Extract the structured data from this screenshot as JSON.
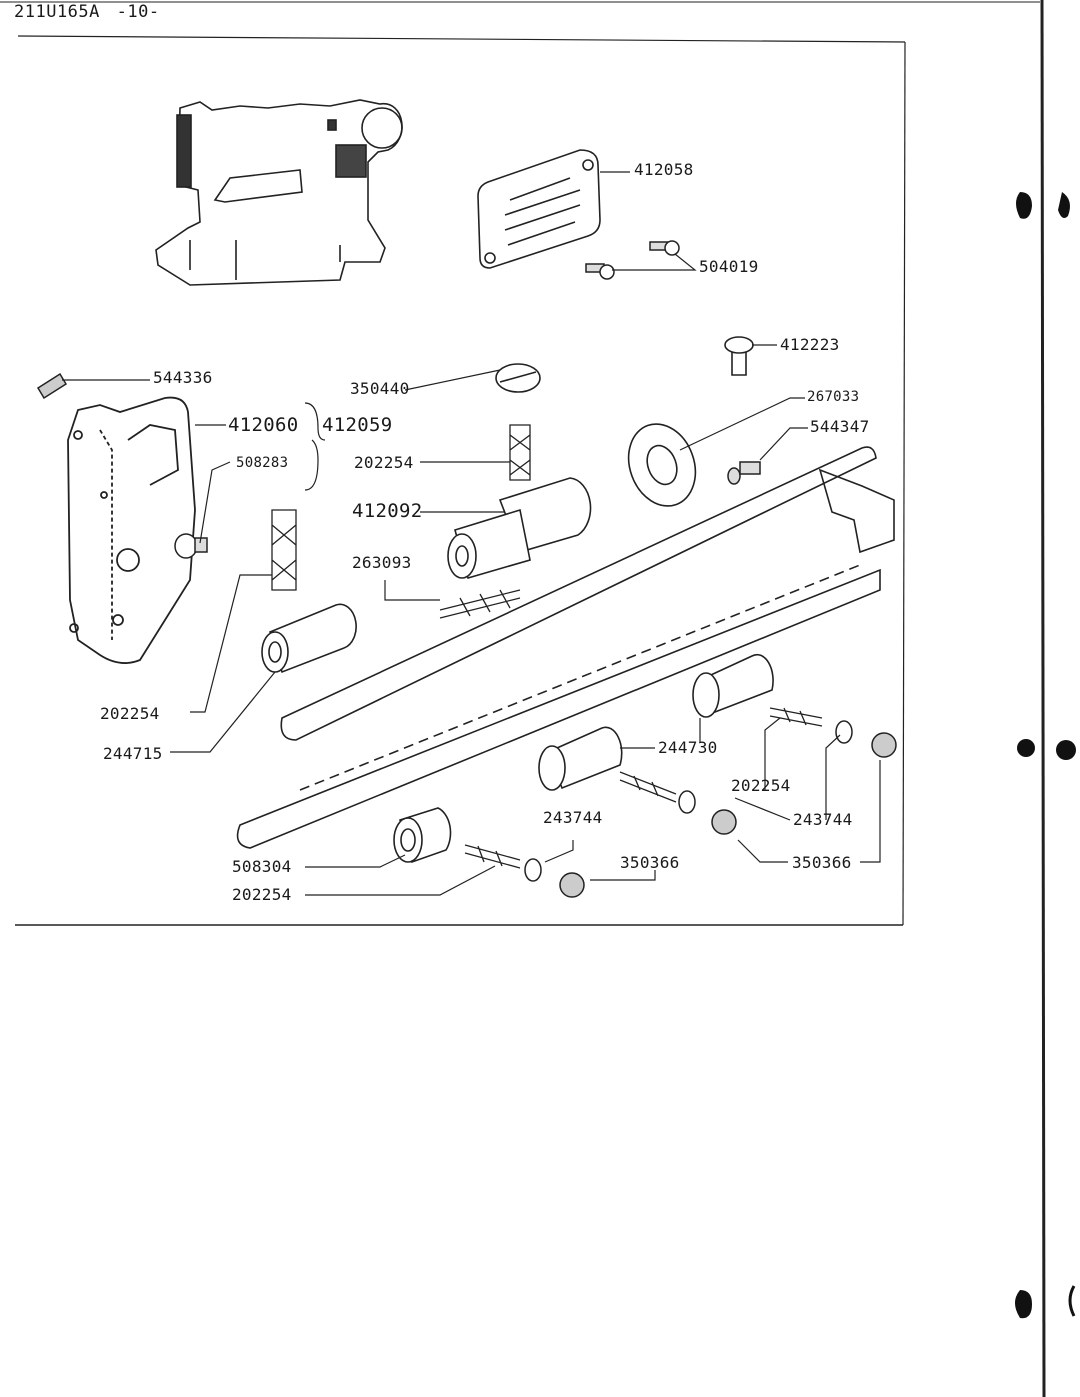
{
  "header": {
    "doc_code": "211U165A",
    "page": "-10-"
  },
  "parts": {
    "p412058": "412058",
    "p504019": "504019",
    "p412223": "412223",
    "p544336": "544336",
    "p350440": "350440",
    "p267033": "267033",
    "p544347": "544347",
    "p412060": "412060",
    "p412059": "412059",
    "p508283": "508283",
    "p202254_a": "202254",
    "p412092": "412092",
    "p263093": "263093",
    "p202254_b": "202254",
    "p244715": "244715",
    "p244730": "244730",
    "p202254_c": "202254",
    "p243744_a": "243744",
    "p243744_b": "243744",
    "p350366_a": "350366",
    "p350366_b": "350366",
    "p508304": "508304",
    "p202254_d": "202254"
  }
}
